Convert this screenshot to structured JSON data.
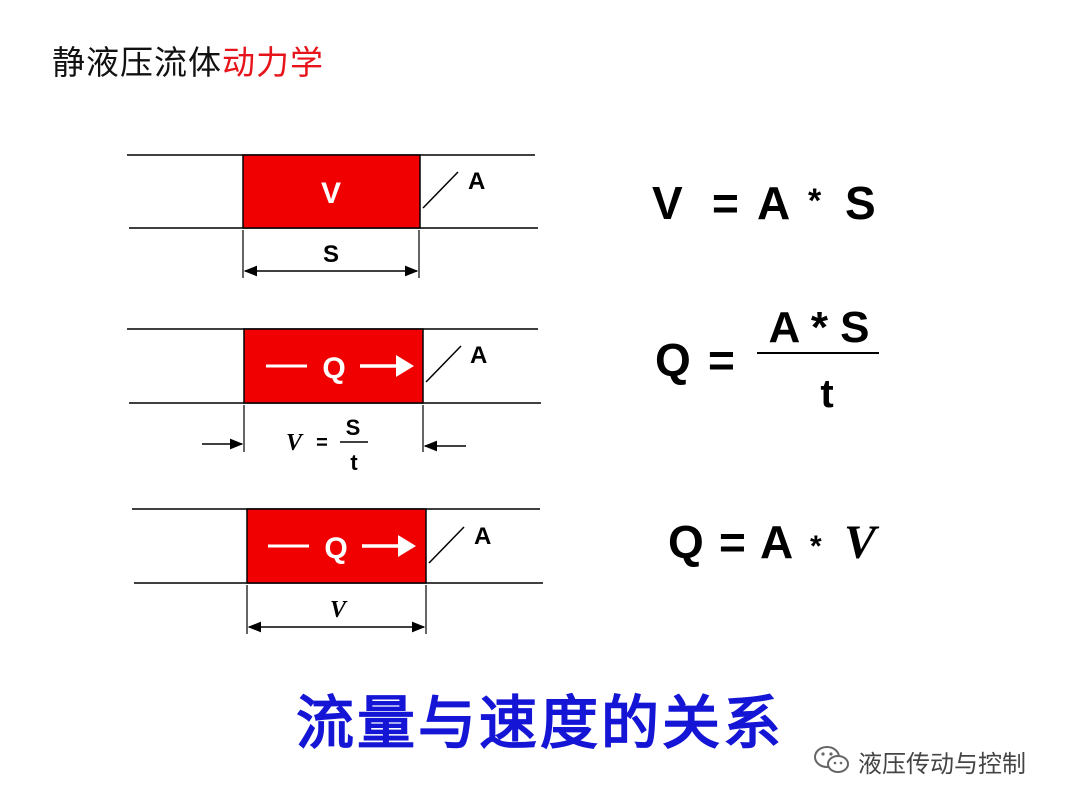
{
  "title": {
    "part1": "静液压流体",
    "part2": "动力学"
  },
  "diagram1": {
    "volume_label": "V",
    "area_label": "A",
    "stroke_label": "S",
    "formula": {
      "lhs": "V",
      "eq": "=",
      "a": "A",
      "op": "*",
      "b": "S"
    }
  },
  "diagram2": {
    "flow_label": "Q",
    "area_label": "A",
    "velocity": {
      "v": "V",
      "eq": "=",
      "num": "S",
      "den": "t"
    },
    "formula": {
      "lhs": "Q",
      "eq": "=",
      "num": "A * S",
      "den": "t"
    }
  },
  "diagram3": {
    "flow_label": "Q",
    "area_label": "A",
    "velocity_label": "V",
    "formula": {
      "lhs": "Q",
      "eq": "=",
      "a": "A",
      "op": "*",
      "b": "V"
    }
  },
  "caption": "流量与速度的关系",
  "watermark": {
    "text": "液压传动与控制",
    "icon": "wechat-icon"
  },
  "colors": {
    "piston": "#f00000",
    "caption": "#1515d6",
    "title_highlight": "#e8141b"
  }
}
